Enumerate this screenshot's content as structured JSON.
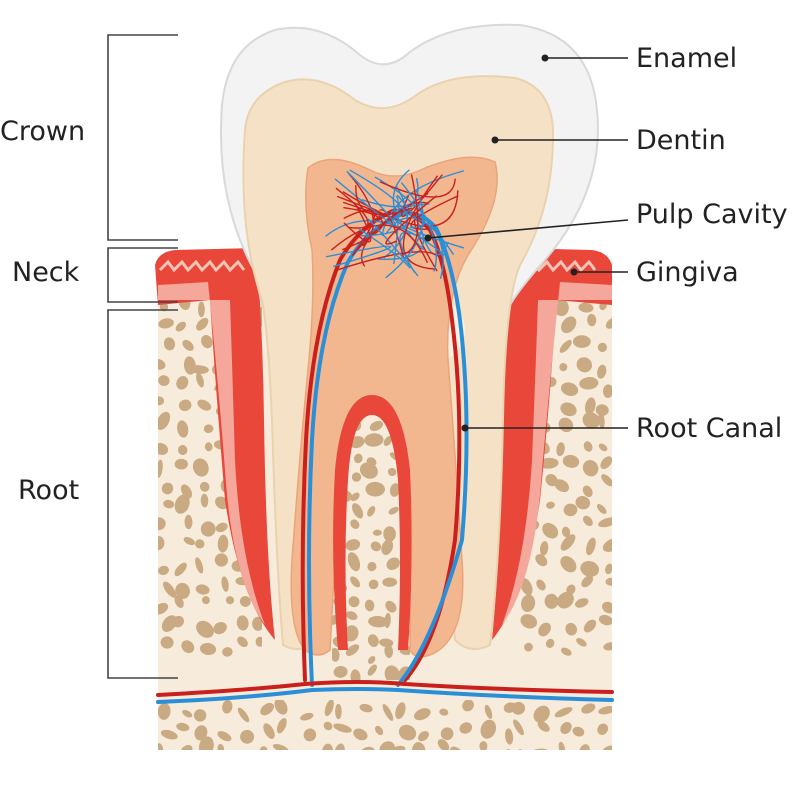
{
  "labels": {
    "crown": "Crown",
    "neck": "Neck",
    "root": "Root",
    "enamel": "Enamel",
    "dentin": "Dentin",
    "pulp_cavity": "Pulp Cavity",
    "gingiva": "Gingiva",
    "root_canal": "Root Canal"
  },
  "colors": {
    "enamel": "#f3f3f3",
    "dentin": "#f5e2c6",
    "pulp": "#f3b790",
    "gingiva": "#e8473a",
    "gum_pink": "#f4a79a",
    "bone_bg": "#f7ecdb",
    "bone_cell": "#c9aa83",
    "artery": "#c9201e",
    "vein": "#2a8fd6",
    "leader": "#222222"
  }
}
